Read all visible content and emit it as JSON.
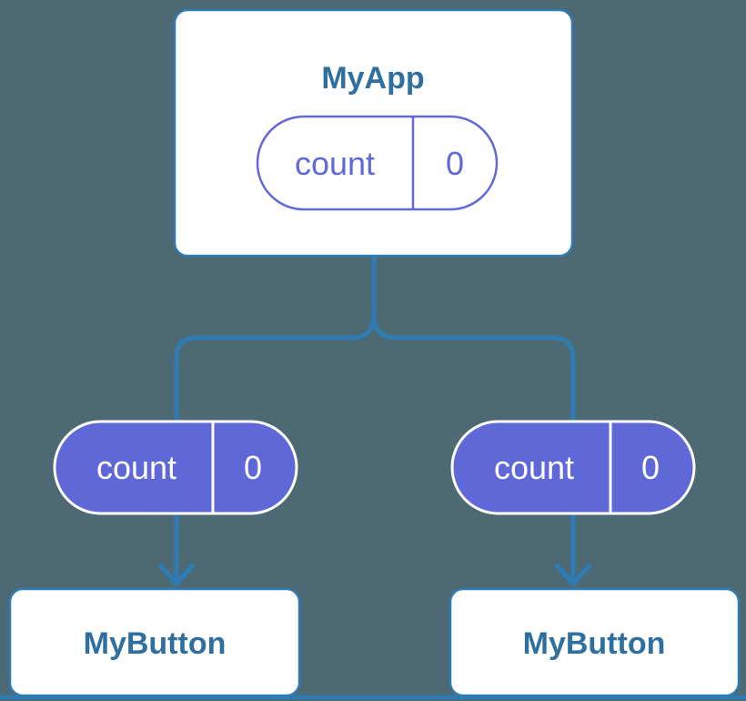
{
  "diagram": {
    "description": "Component tree: parent MyApp holding count state passed to two MyButton children",
    "background_color": "#4d6973",
    "colors": {
      "connector": "#2f7cb4",
      "card_fill": "#ffffff",
      "card_border": "#2f7cb4",
      "card_text": "#2f6f9f",
      "pill_fill": "#5f68d6",
      "pill_outline": "#6168d9",
      "pill_text_purple": "#6168d9",
      "pill_text_white": "#ffffff"
    },
    "root": {
      "title": "MyApp",
      "state": {
        "name": "count",
        "value": "0"
      }
    },
    "children": [
      {
        "title": "MyButton",
        "prop": {
          "name": "count",
          "value": "0"
        }
      },
      {
        "title": "MyButton",
        "prop": {
          "name": "count",
          "value": "0"
        }
      }
    ]
  }
}
